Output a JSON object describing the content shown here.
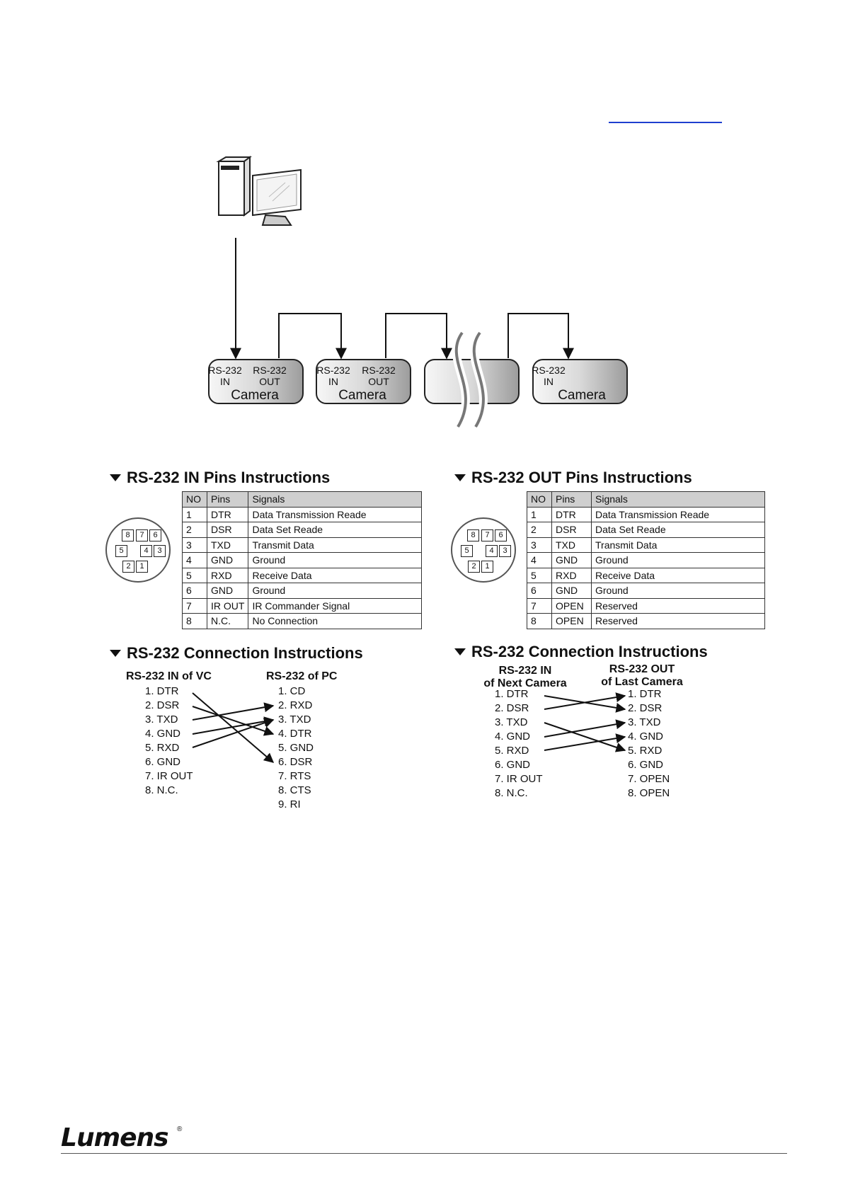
{
  "topology": {
    "cameras": [
      {
        "ports": [
          {
            "l1": "RS-232",
            "l2": "IN"
          },
          {
            "l1": "RS-232",
            "l2": "OUT"
          }
        ],
        "label": "Camera"
      },
      {
        "ports": [
          {
            "l1": "RS-232",
            "l2": "IN"
          },
          {
            "l1": "RS-232",
            "l2": "OUT"
          }
        ],
        "label": "Camera"
      },
      {
        "ports": [],
        "label": ""
      },
      {
        "ports": [
          {
            "l1": "RS-232",
            "l2": "IN"
          }
        ],
        "label": "Camera"
      }
    ]
  },
  "in_pins": {
    "title": "RS-232 IN Pins Instructions",
    "headers": [
      "NO",
      "Pins",
      "Signals"
    ],
    "rows": [
      [
        "1",
        "DTR",
        "Data Transmission Reade"
      ],
      [
        "2",
        "DSR",
        "Data Set Reade"
      ],
      [
        "3",
        "TXD",
        "Transmit Data"
      ],
      [
        "4",
        "GND",
        "Ground"
      ],
      [
        "5",
        "RXD",
        "Receive Data"
      ],
      [
        "6",
        "GND",
        "Ground"
      ],
      [
        "7",
        "IR OUT",
        "IR Commander Signal"
      ],
      [
        "8",
        "N.C.",
        "No Connection"
      ]
    ]
  },
  "out_pins": {
    "title": "RS-232 OUT Pins Instructions",
    "headers": [
      "NO",
      "Pins",
      "Signals"
    ],
    "rows": [
      [
        "1",
        "DTR",
        "Data Transmission Reade"
      ],
      [
        "2",
        "DSR",
        "Data Set Reade"
      ],
      [
        "3",
        "TXD",
        "Transmit Data"
      ],
      [
        "4",
        "GND",
        "Ground"
      ],
      [
        "5",
        "RXD",
        "Receive Data"
      ],
      [
        "6",
        "GND",
        "Ground"
      ],
      [
        "7",
        "OPEN",
        "Reserved"
      ],
      [
        "8",
        "OPEN",
        "Reserved"
      ]
    ]
  },
  "connector_pins": [
    "8",
    "7",
    "6",
    "5",
    "4",
    "3",
    "2",
    "1"
  ],
  "conn_left": {
    "title": "RS-232 Connection Instructions",
    "left_head": "RS-232 IN of VC",
    "right_head": "RS-232 of PC",
    "left": [
      "1. DTR",
      "2. DSR",
      "3. TXD",
      "4. GND",
      "5. RXD",
      "6. GND",
      "7. IR OUT",
      "8. N.C."
    ],
    "right": [
      "1. CD",
      "2. RXD",
      "3. TXD",
      "4. DTR",
      "5. GND",
      "6. DSR",
      "7. RTS",
      "8. CTS",
      "9. RI"
    ]
  },
  "conn_right": {
    "title": "RS-232 Connection Instructions",
    "left_head_1": "RS-232 IN",
    "left_head_2": "of Next Camera",
    "right_head_1": "RS-232 OUT",
    "right_head_2": "of Last Camera",
    "left": [
      "1. DTR",
      "2. DSR",
      "3. TXD",
      "4. GND",
      "5. RXD",
      "6. GND",
      "7. IR OUT",
      "8. N.C."
    ],
    "right": [
      "1. DTR",
      "2. DSR",
      "3. TXD",
      "4. GND",
      "5. RXD",
      "6. GND",
      "7. OPEN",
      "8. OPEN"
    ]
  },
  "footer": {
    "brand": "Lumens",
    "reg": "®"
  }
}
